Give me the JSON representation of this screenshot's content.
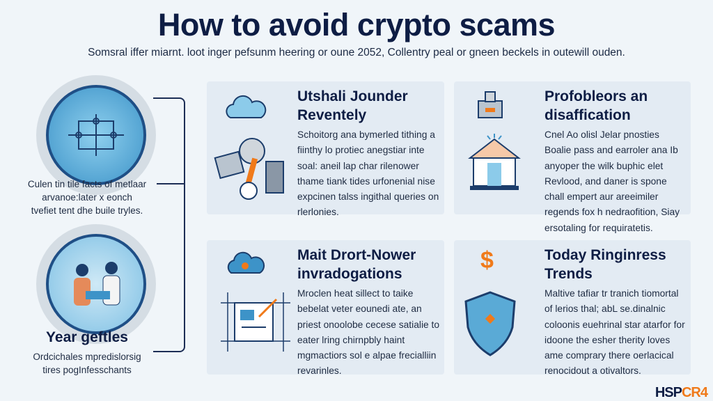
{
  "header": {
    "title": "How to avoid crypto scams",
    "subtitle": "Somsral iffer miarnt. loot inger pefsunm heering or oune 2052, Collentry peal or gneen beckels in outewill ouden."
  },
  "left": {
    "item1": {
      "text": [
        "Culen tin tile facts of metlaar",
        "arvanoe:later x eonch",
        "tvefiet tent dhe buile tryles."
      ]
    },
    "item2": {
      "title": "Year geftles",
      "text": [
        "Ordcichales mpredislorsig",
        "tires pogInfesschants"
      ]
    }
  },
  "cards": [
    {
      "title": "Utshali Jounder Reventely",
      "body": "Schoitorg ana bymerled tithing a fiinthy lo protiec anegstiar inte soal: aneil lap char rilenower thame tiank tides urfonenial nise expcinen talss ingithal queries on rlerlonies."
    },
    {
      "title": "Profobleors an disaffication",
      "body": "Cnel Ao olisl Jelar pnosties Boalie pass and earroler ana Ib anyoper the wilk buphic elet Revlood, and daner is spone chall empert aur areeimiler regends fox h nedraofition, Siay ersotaling for requiratetis."
    },
    {
      "title": "Mait Drort-Nower invradogations",
      "body": "Mroclen heat sillect to taike bebelat veter eounedi ate, an priest onoolobe cecese satialie to eater lring chirnpbly haint mgmactiors sol e alpae frecialliin revarinles."
    },
    {
      "title": "Today Ringinress Trends",
      "body": "Maltive tafiar tr tranich tiomortal of lerios thal; abL se.dinalnic coloonis euehrinal star atarfor for idoone the esher therity loves ame comprary there oerlacical renocidout a otivaltors."
    }
  ],
  "logo": {
    "part1": "HSP",
    "part2": "CR4"
  },
  "colors": {
    "navy": "#0e1d44",
    "accent": "#f07a1a",
    "blue": "#3d93c8"
  }
}
